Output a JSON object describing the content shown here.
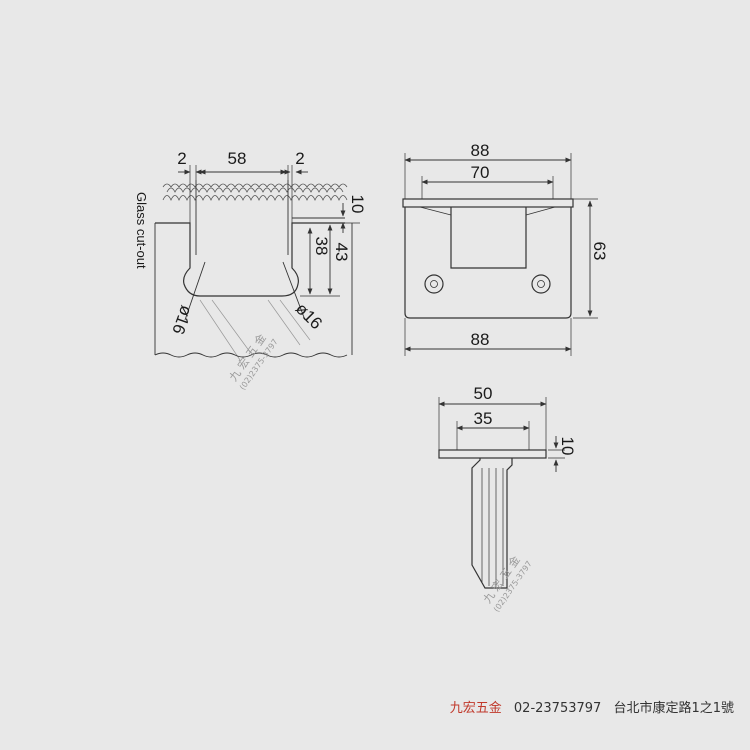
{
  "cutout": {
    "label": "Glass cut-out",
    "dim_left": "2",
    "dim_width": "58",
    "dim_right": "2",
    "dim_top": "10",
    "dim_depth_inner": "38",
    "dim_depth_outer": "43",
    "dia_left": "ø16",
    "dia_right": "ø16"
  },
  "front_view": {
    "dim_top_outer": "88",
    "dim_top_inner": "70",
    "dim_bottom": "88",
    "dim_height": "63"
  },
  "side_view": {
    "dim_outer": "50",
    "dim_inner": "35",
    "dim_plate": "10"
  },
  "watermark": {
    "name": "九 宏 五 金",
    "phone": "(02)2375-3797"
  },
  "footer": {
    "brand": "九宏五金",
    "phone": "02-23753797",
    "address": "台北市康定路1之1號"
  },
  "colors": {
    "background": "#e8e8e8",
    "line": "#333333",
    "brand": "#c0392b"
  }
}
